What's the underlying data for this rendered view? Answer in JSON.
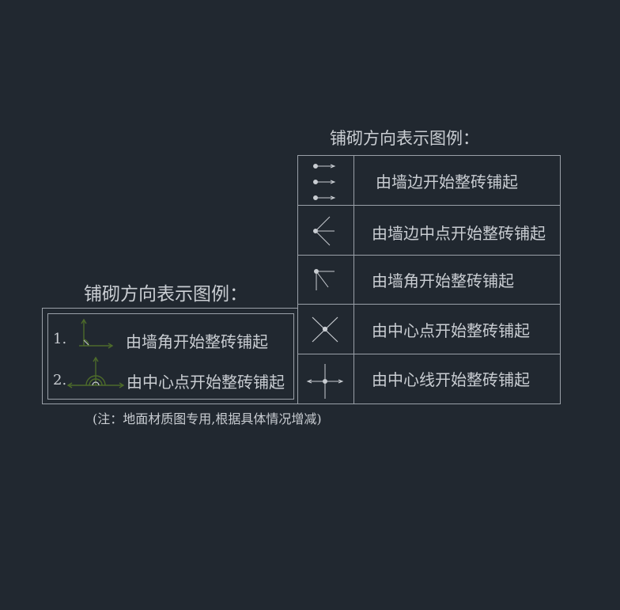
{
  "legend_right": {
    "title": "铺砌方向表示图例：",
    "rows": [
      {
        "icon": "wall-edge-dots-icon",
        "label": "由墙边开始整砖铺起"
      },
      {
        "icon": "wall-edge-midpoint-fan-icon",
        "label": "由墙边中点开始整砖铺起"
      },
      {
        "icon": "wall-corner-icon",
        "label": "由墙角开始整砖铺起"
      },
      {
        "icon": "center-point-cross-icon",
        "label": "由中心点开始整砖铺起"
      },
      {
        "icon": "center-line-cross-icon",
        "label": "由中心线开始整砖铺起"
      }
    ]
  },
  "legend_left": {
    "title": "铺砌方向表示图例：",
    "items": [
      {
        "number": "1.",
        "icon": "corner-start-icon",
        "label": "由墙角开始整砖铺起"
      },
      {
        "number": "2.",
        "icon": "center-start-icon",
        "label": "由中心点开始整砖铺起"
      }
    ],
    "note": "(注：地面材质图专用,根据具体情况增减)"
  },
  "colors": {
    "background": "#212830",
    "line": "#9aa0a8",
    "text": "#c9cdd2",
    "green": "#4d6b2a"
  }
}
